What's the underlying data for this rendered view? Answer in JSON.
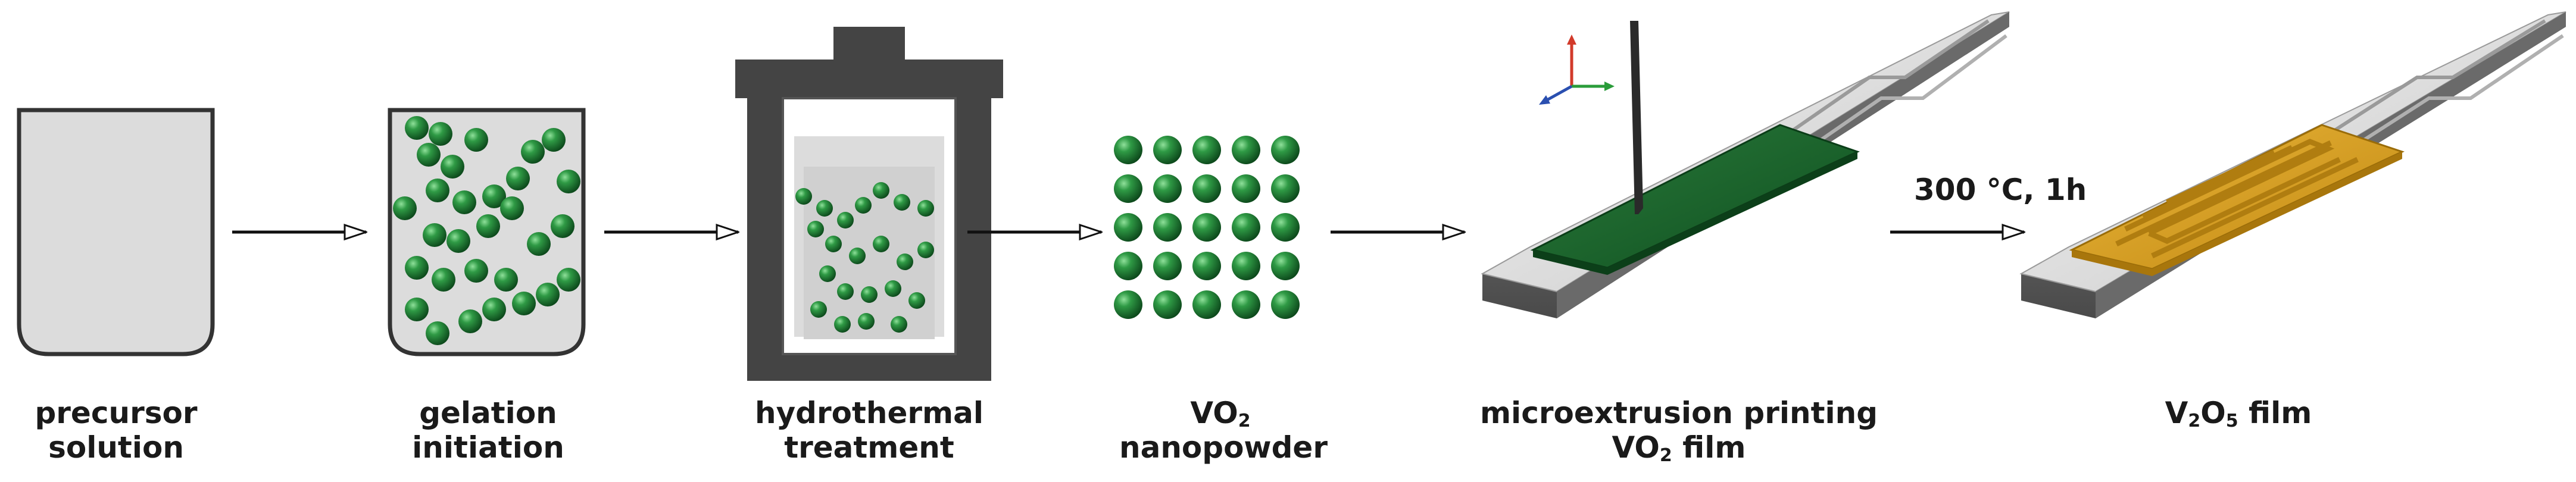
{
  "steps": [
    {
      "line1": "precursor",
      "line2": "solution"
    },
    {
      "line1": "gelation",
      "line2": "initiation"
    },
    {
      "line1": "hydrothermal",
      "line2": "treatment"
    },
    {
      "line1_base": "VO",
      "line1_sub": "2",
      "line2": "nanopowder"
    },
    {
      "line1": "microextrusion printing",
      "line2_base": "VO",
      "line2_sub": "2",
      "line2_rest": " film"
    },
    {
      "v": "V",
      "sub1": "2",
      "o": "O",
      "sub2": "5",
      "rest": " film"
    }
  ],
  "condition": "300 °C, 1h",
  "colors": {
    "particle": "#1f7a33",
    "particle_highlight": "#7fd08a",
    "film_green": "#1c6b30",
    "film_gold": "#d9a01e",
    "beaker_fill": "#dcdcdc",
    "autoclave": "#444444",
    "substrate": "#d9d9d9",
    "axis_x": "#2a9c3a",
    "axis_y": "#d23a2a",
    "axis_z": "#2a4fb0"
  },
  "icons": [
    "beaker-icon",
    "gel-beaker-icon",
    "autoclave-icon",
    "nanopowder-grid-icon",
    "printing-substrate-icon",
    "axis-triad-icon",
    "v2o5-sensor-substrate-icon",
    "arrow-icon"
  ]
}
